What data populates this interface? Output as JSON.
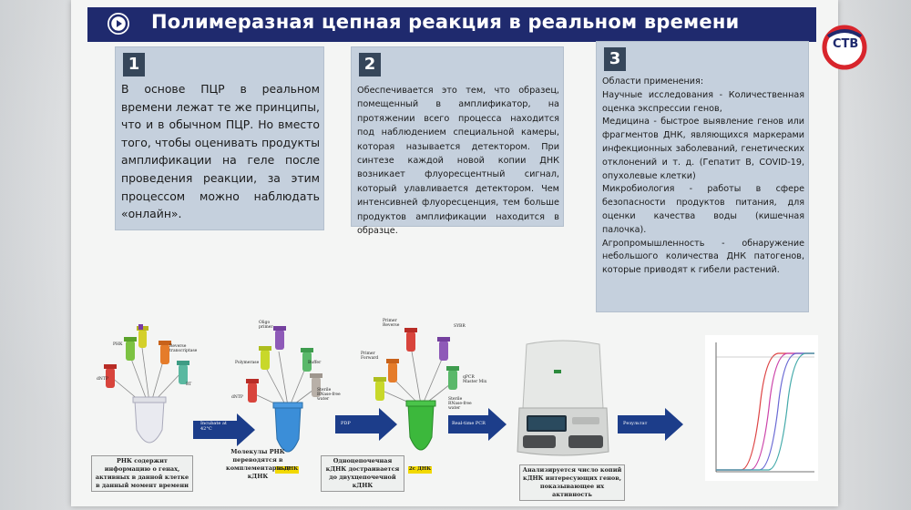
{
  "channel": {
    "logo_text": "СТВ"
  },
  "poster": {
    "title": "Полимеразная цепная реакция в реальном времени",
    "boxes": [
      {
        "number": "1",
        "text": "В основе ПЦР в реальном времени лежат те же принципы, что и в обычном ПЦР. Но вместо того, чтобы оценивать продукты амплификации на геле после проведения реакции, за этим процессом можно наблюдать «онлайн»."
      },
      {
        "number": "2",
        "text": "Обеспечивается это тем, что образец, помещенный в амплификатор, на протяжении всего процесса находится под наблюдением специальной камеры, которая называется детектором. При синтезе каждой новой копии ДНК возникает флуоресцентный сигнал, который улавливается детектором. Чем интенсивней флуоресценция, тем больше продуктов амплификации находится в образце."
      },
      {
        "number": "3",
        "text": "Области применения:\nНаучные исследования - Количественная оценка экспрессии генов,\nМедицина - быстрое выявление генов или фрагментов ДНК, являющихся маркерами инфекционных заболеваний, генетических отклонений и т. д. (Гепатит В, COVID-19, опухолевые клетки)\nМикробиология - работы в сфере безопасности продуктов питания, для оценки качества воды (кишечная палочка).\nАгропромышленность - обнаружение небольшого количества ДНК патогенов, которые приводят к гибели растений."
      }
    ],
    "diagram": {
      "step1_labels": [
        "РНК",
        "dNTP",
        "Reverse transcriptase",
        "RT"
      ],
      "step1_caption": "РНК содержит информацию о генах, активных в данной клетке в данный момент времени",
      "arrow1_label": "Incubate at 42°C",
      "step2_labels": [
        "Oligo primer",
        "Polymerase",
        "Buffer",
        "dNTP",
        "Sterile RNase-free water"
      ],
      "step2_caption": "Молекулы РНК переводятся в комплементарные кДНК",
      "step2_tag": "1с ДНК",
      "arrow2_label": "PDP",
      "step3_labels": [
        "Primer Reverse",
        "SYBR",
        "Primer Forward",
        "qPCR Master Mix",
        "Sterile RNase-free water"
      ],
      "step3_caption": "Одноцепочечная кДНК достраивается до двухцепочечной кДНК",
      "step3_tag": "2с ДНК",
      "arrow3_label": "Real-time PCR",
      "machine_caption": "Анализируется число копий кДНК интересующих генов, показывающее их активность",
      "arrow4_label": "Результат"
    }
  }
}
